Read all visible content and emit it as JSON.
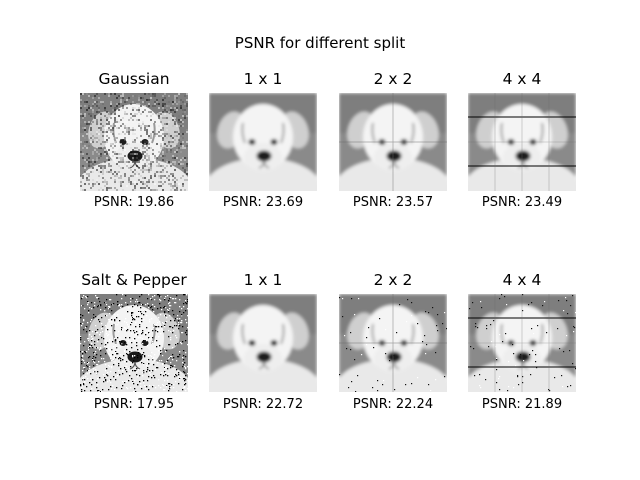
{
  "figure": {
    "title": "PSNR for different split"
  },
  "rows": [
    {
      "panels": [
        {
          "title": "Gaussian",
          "caption": "PSNR: 19.86",
          "noise": "gaussian",
          "grid": 1
        },
        {
          "title": "1 x 1",
          "caption": "PSNR: 23.69",
          "noise": "none",
          "grid": 1
        },
        {
          "title": "2 x 2",
          "caption": "PSNR: 23.57",
          "noise": "none",
          "grid": 2
        },
        {
          "title": "4 x 4",
          "caption": "PSNR: 23.49",
          "noise": "none",
          "grid": 4
        }
      ]
    },
    {
      "panels": [
        {
          "title": "Salt & Pepper",
          "caption": "PSNR: 17.95",
          "noise": "salt-pepper",
          "grid": 1
        },
        {
          "title": "1 x 1",
          "caption": "PSNR: 22.72",
          "noise": "none",
          "grid": 1
        },
        {
          "title": "2 x 2",
          "caption": "PSNR: 22.24",
          "noise": "residual-sp",
          "grid": 2
        },
        {
          "title": "4 x 4",
          "caption": "PSNR: 21.89",
          "noise": "residual-sp",
          "grid": 4
        }
      ]
    }
  ]
}
